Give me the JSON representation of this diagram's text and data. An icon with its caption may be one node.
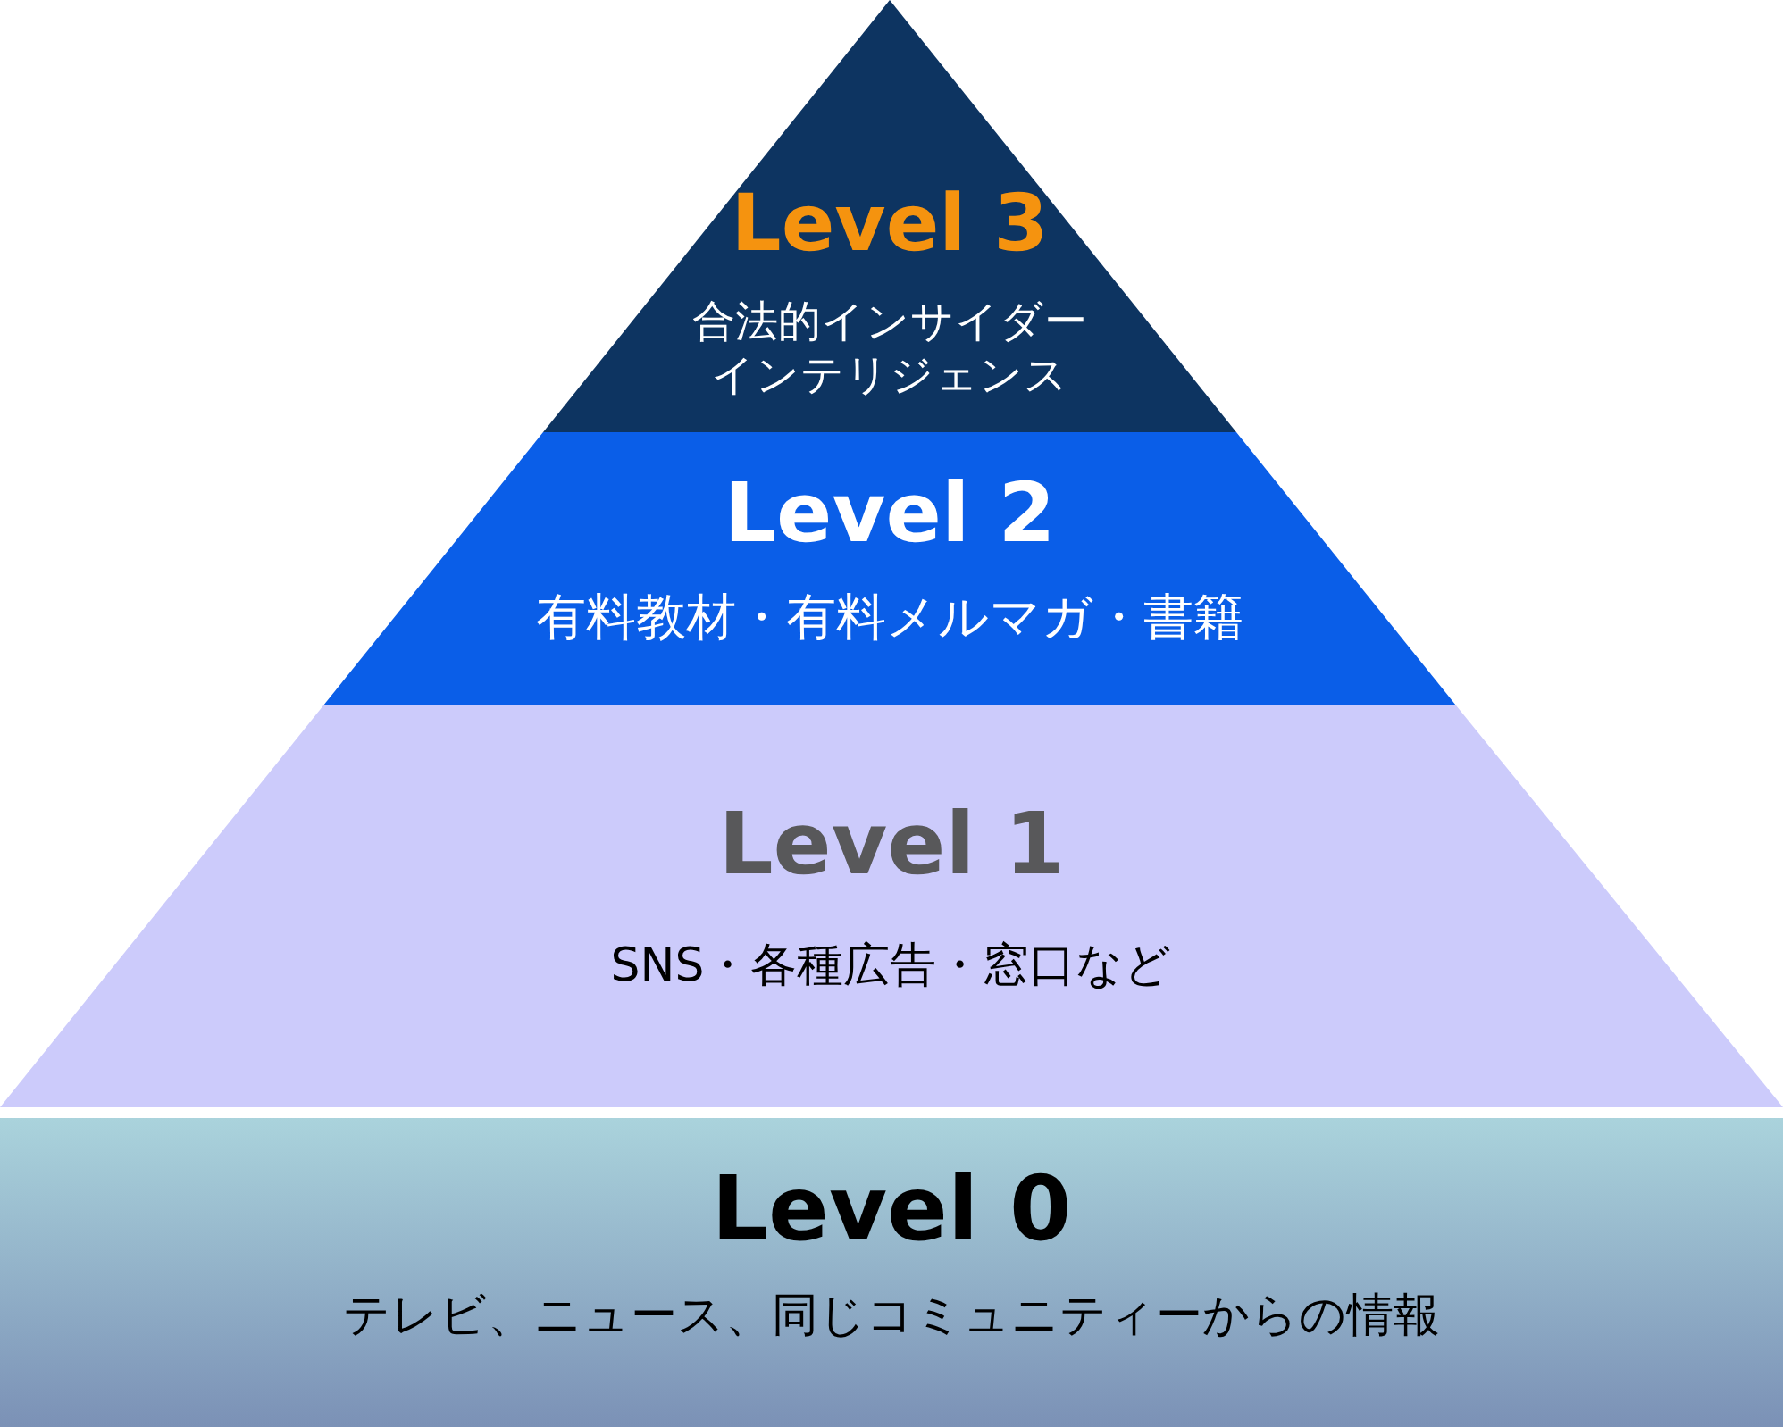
{
  "diagram": {
    "nodes": [
      {
        "text": [
          "Level 3",
          "合法的インサイダーインテリジェンス"
        ]
      },
      {
        "text": [
          "Level 2",
          "有料教材・有料メルマガ・書籍"
        ]
      },
      {
        "text": [
          "Level 1",
          "SNS・各種広告・窓口など"
        ]
      },
      {
        "text": [
          "Level 0",
          "テレビ、ニュース、同じコミュニティーからの情報"
        ]
      }
    ]
  }
}
